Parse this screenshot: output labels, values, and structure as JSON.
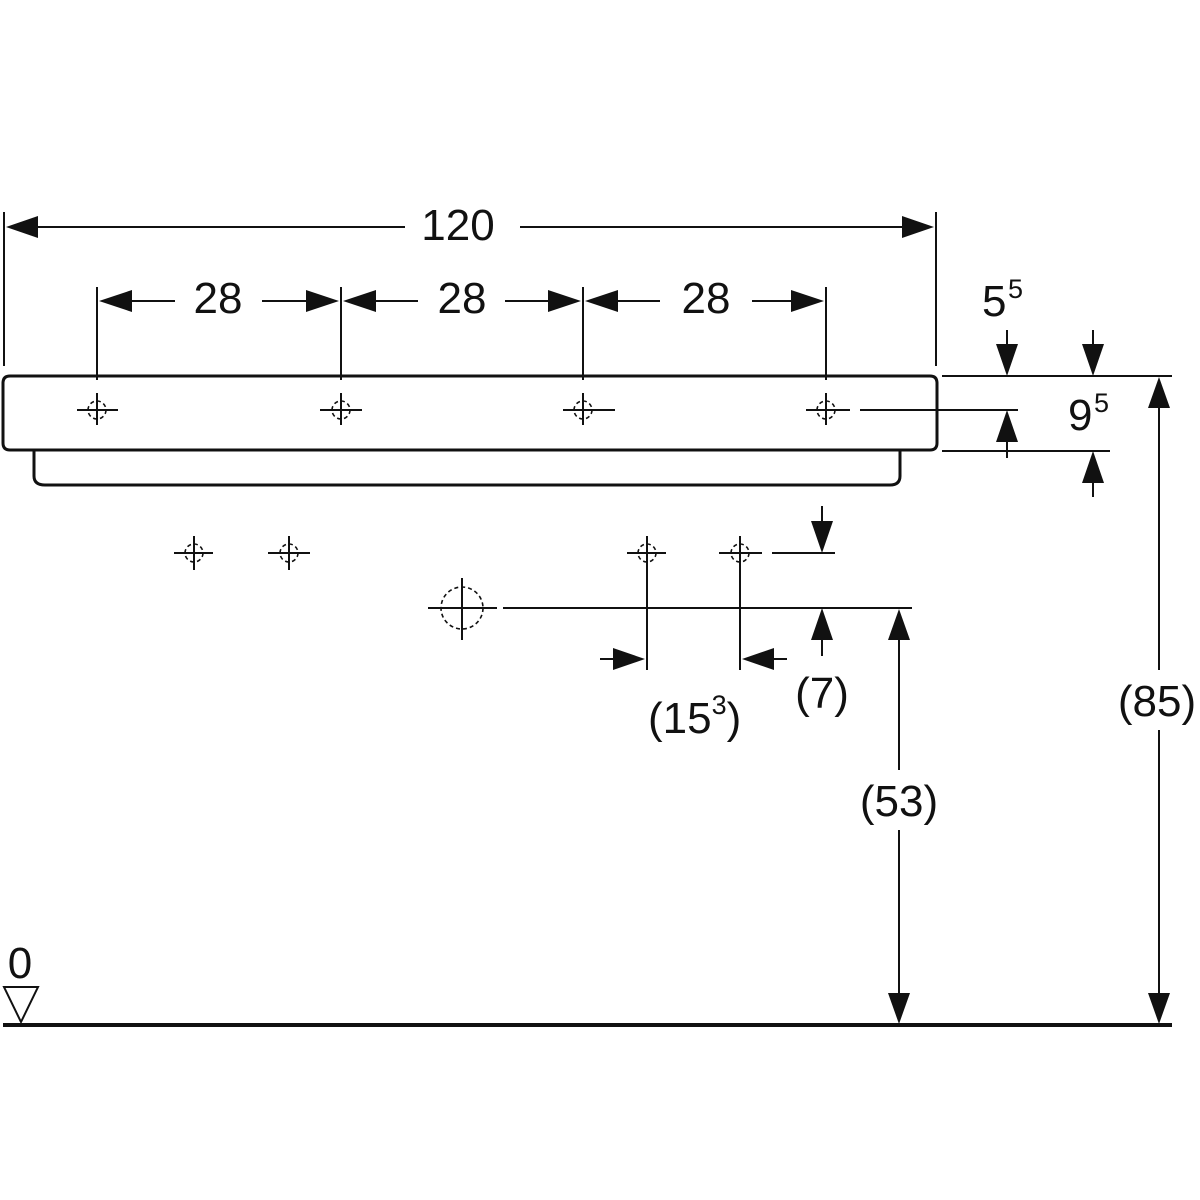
{
  "dimensions": {
    "overall_width": "120",
    "spacing_1": "28",
    "spacing_2": "28",
    "spacing_3": "28",
    "top_offset": {
      "main": "5",
      "sup": "5"
    },
    "hole_depth": {
      "main": "9",
      "sup": "5"
    },
    "drain_spacing": {
      "open": "(15",
      "sup": "3",
      "close": ")"
    },
    "drain_rise": "(7)",
    "total_height": "(85)",
    "drain_height": "(53)",
    "floor_level": "0"
  }
}
